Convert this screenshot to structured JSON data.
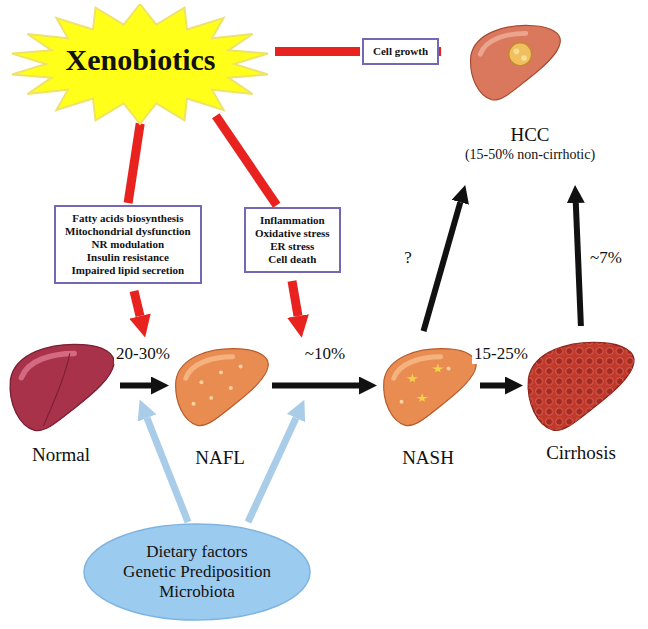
{
  "diagram": {
    "nodes": [
      {
        "text": [
          "Xenobiotics"
        ]
      },
      {
        "text": [
          "Cell growth"
        ]
      },
      {
        "text": [
          "HCC",
          "(15-50% non-cirrhotic)"
        ]
      },
      {
        "text": [
          "Fatty acids biosynthesis",
          "Mitochondrial dysfunction",
          "NR modulation",
          "Insulin resistance",
          "Impaired lipid secretion"
        ]
      },
      {
        "text": [
          "Inflammation",
          "Oxidative stress",
          "ER stress",
          "Cell death"
        ]
      },
      {
        "text": [
          "Normal"
        ]
      },
      {
        "text": [
          "NAFL"
        ]
      },
      {
        "text": [
          "NASH"
        ]
      },
      {
        "text": [
          "Cirrhosis"
        ]
      },
      {
        "text": [
          "Dietary factors",
          "Genetic Prediposition",
          "Microbiota"
        ]
      }
    ],
    "edges": [
      {
        "from": 0,
        "to": 1,
        "arrow": "none"
      },
      {
        "from": 1,
        "to": 2,
        "arrow": "to"
      },
      {
        "from": 0,
        "to": 3,
        "arrow": "none"
      },
      {
        "from": 0,
        "to": 4,
        "arrow": "none"
      },
      {
        "from": 5,
        "to": 6,
        "label": "20-30%",
        "arrow": "to"
      },
      {
        "from": 6,
        "to": 7,
        "label": "~10%",
        "arrow": "to"
      },
      {
        "from": 7,
        "to": 8,
        "label": "15-25%",
        "arrow": "to"
      },
      {
        "from": 7,
        "to": 2,
        "label": "?",
        "arrow": "to"
      },
      {
        "from": 8,
        "to": 2,
        "label": "~7%",
        "arrow": "to"
      }
    ]
  }
}
